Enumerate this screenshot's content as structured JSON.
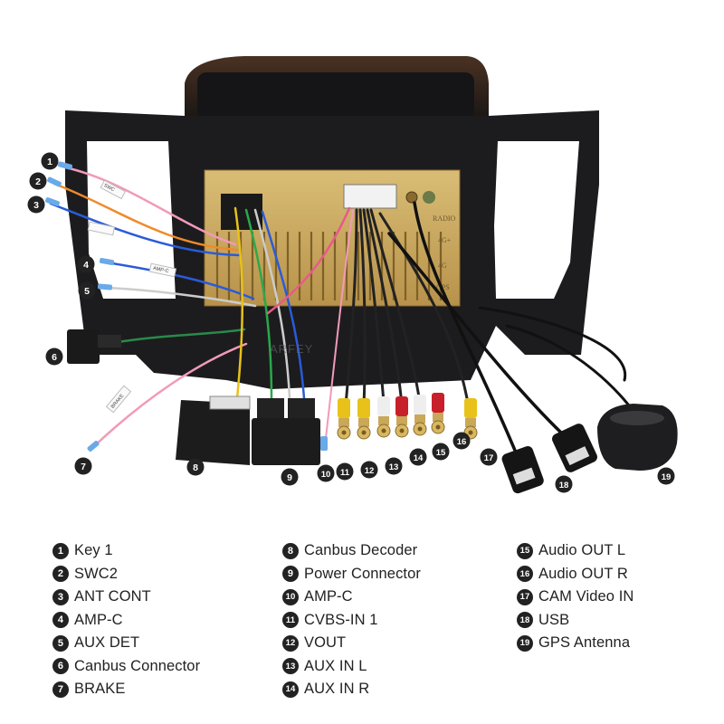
{
  "diagram": {
    "panel_labels": [
      "RADIO",
      "4G+",
      "4G",
      "GPS"
    ],
    "watermark": "ARFEY",
    "wire_tags": [
      "SWC",
      "",
      "AMP-C",
      "BRAKE"
    ],
    "callouts": [
      {
        "num": "1"
      },
      {
        "num": "2"
      },
      {
        "num": "3"
      },
      {
        "num": "4"
      },
      {
        "num": "5"
      },
      {
        "num": "6"
      },
      {
        "num": "7"
      },
      {
        "num": "8"
      },
      {
        "num": "9"
      },
      {
        "num": "10"
      },
      {
        "num": "11"
      },
      {
        "num": "12"
      },
      {
        "num": "13"
      },
      {
        "num": "14"
      },
      {
        "num": "15"
      },
      {
        "num": "16"
      },
      {
        "num": "17"
      },
      {
        "num": "18"
      },
      {
        "num": "19"
      }
    ]
  },
  "colors": {
    "frame": "#1c1c1e",
    "chassis_gold": "#c9a85a",
    "rca_yellow": "#e8c21a",
    "rca_white": "#eeeeee",
    "rca_red": "#c8202a",
    "wire_pink": "#f29ab8",
    "wire_blue": "#2a5bd8",
    "wire_orange": "#f08a2a",
    "wire_green": "#2aa84a"
  },
  "legend": {
    "columns": [
      [
        {
          "num": "1",
          "label": "Key 1"
        },
        {
          "num": "2",
          "label": "SWC2"
        },
        {
          "num": "3",
          "label": "ANT CONT"
        },
        {
          "num": "4",
          "label": "AMP-C"
        },
        {
          "num": "5",
          "label": "AUX DET"
        },
        {
          "num": "6",
          "label": "Canbus Connector"
        },
        {
          "num": "7",
          "label": "BRAKE"
        }
      ],
      [
        {
          "num": "8",
          "label": "Canbus Decoder"
        },
        {
          "num": "9",
          "label": "Power Connector"
        },
        {
          "num": "10",
          "label": "AMP-C"
        },
        {
          "num": "11",
          "label": "CVBS-IN 1"
        },
        {
          "num": "12",
          "label": "VOUT"
        },
        {
          "num": "13",
          "label": "AUX IN L"
        },
        {
          "num": "14",
          "label": "AUX IN R"
        }
      ],
      [
        {
          "num": "15",
          "label": "Audio OUT L"
        },
        {
          "num": "16",
          "label": "Audio OUT R"
        },
        {
          "num": "17",
          "label": "CAM Video IN"
        },
        {
          "num": "18",
          "label": "USB"
        },
        {
          "num": "19",
          "label": "GPS Antenna"
        }
      ]
    ]
  }
}
